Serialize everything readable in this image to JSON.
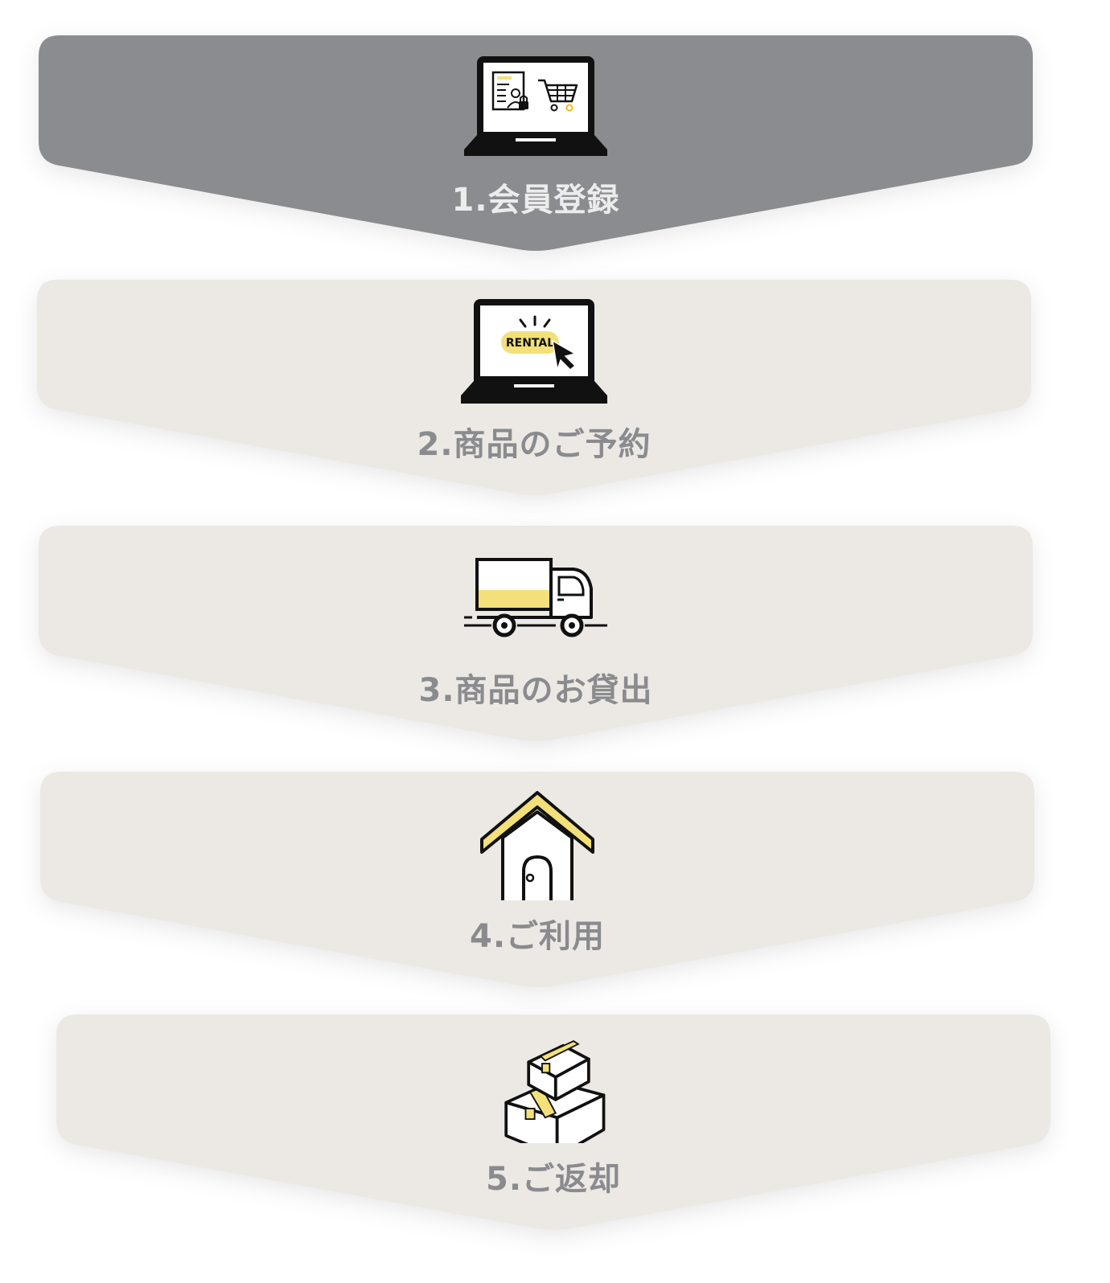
{
  "colors": {
    "active_bg": "#8b8c8f",
    "inactive_bg": "#ece8e4",
    "label_active": "#ececec",
    "label_inactive": "#8a8b8e",
    "accent_yellow": "#f3e07a",
    "icon_stroke": "#111111"
  },
  "steps": [
    {
      "label": "1.会員登録",
      "icon": "laptop-signup-cart-icon",
      "active": true
    },
    {
      "label": "2.商品のご予約",
      "icon": "laptop-rental-click-icon",
      "active": false,
      "button_text": "RENTAL"
    },
    {
      "label": "3.商品のお貸出",
      "icon": "delivery-truck-icon",
      "active": false
    },
    {
      "label": "4.ご利用",
      "icon": "house-icon",
      "active": false
    },
    {
      "label": "5.ご返却",
      "icon": "stacked-boxes-icon",
      "active": false
    }
  ]
}
